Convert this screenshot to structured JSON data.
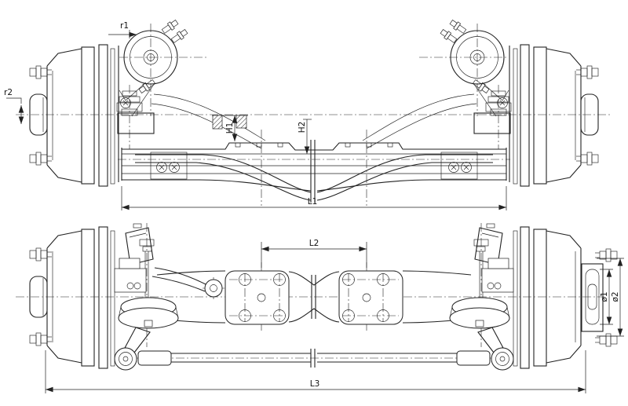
{
  "colors": {
    "line": "#222222",
    "background": "#ffffff"
  },
  "labels": {
    "r1": "r1",
    "r2": "r2",
    "h1": "H1",
    "h2": "H2",
    "l1": "L1",
    "l2": "L2",
    "l3": "L3",
    "dia1": "ø1",
    "dia2": "ø2"
  }
}
